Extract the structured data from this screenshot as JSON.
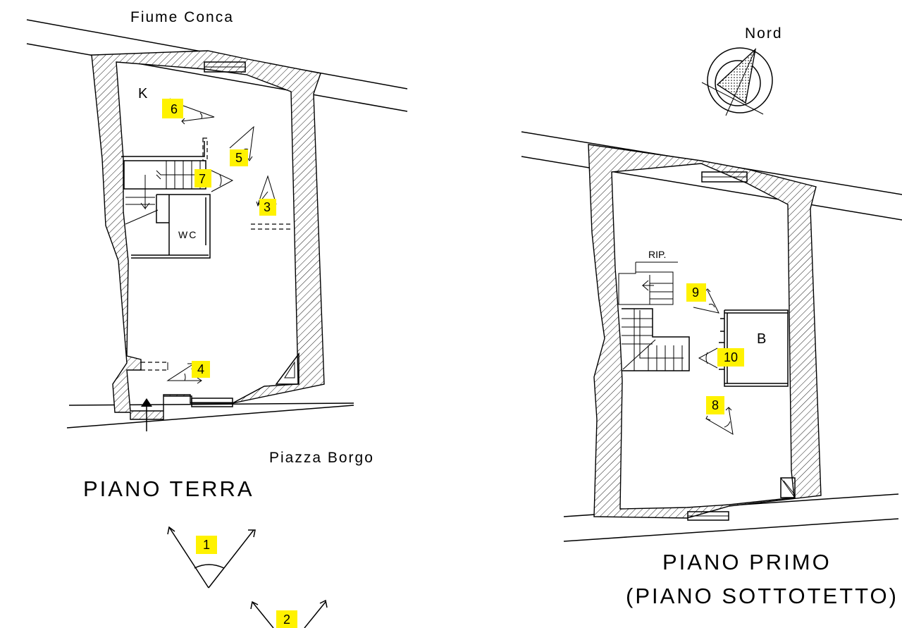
{
  "labels": {
    "river": "Fiume Conca",
    "square": "Piazza Borgo",
    "north": "Nord",
    "ground_floor_title": "PIANO TERRA",
    "first_floor_title_line1": "PIANO PRIMO",
    "first_floor_title_line2": "(PIANO SOTTOTETTO)",
    "kitchen": "K",
    "wc": "WC",
    "bathroom": "B",
    "storage": "RIP."
  },
  "viewpoints": [
    "1",
    "2",
    "3",
    "4",
    "5",
    "6",
    "7",
    "8",
    "9",
    "10"
  ],
  "colors": {
    "marker_highlight": "#fff200",
    "line": "#000000",
    "background": "#ffffff"
  }
}
